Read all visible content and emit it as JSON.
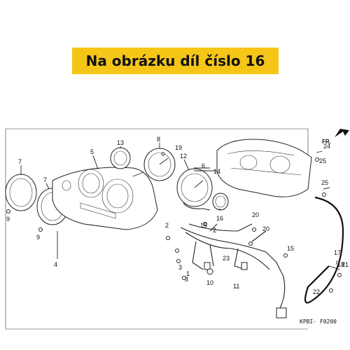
{
  "banner": {
    "text": "Na obrázku díl číslo 16",
    "color": "#f5c518"
  },
  "diagram": {
    "reference_code": "KPBI- F0200",
    "front_arrow": "FR.",
    "callouts": {
      "c1": "1",
      "c2a": "2",
      "c2b": "2",
      "c3a": "3",
      "c3b": "3",
      "c4": "4",
      "c5": "5",
      "c6": "6",
      "c7a": "7",
      "c7b": "7",
      "c8": "8",
      "c9a": "9",
      "c9b": "9",
      "c10": "10",
      "c11": "11",
      "c12": "12",
      "c13": "13",
      "c14": "14",
      "c15a": "15",
      "c15b": "15",
      "c16": "16",
      "c17": "17",
      "c18": "18",
      "c19": "19",
      "c20a": "20",
      "c20b": "20",
      "c21": "21",
      "c22": "22",
      "c23": "23",
      "c24": "24",
      "c25a": "25",
      "c25b": "25"
    }
  }
}
